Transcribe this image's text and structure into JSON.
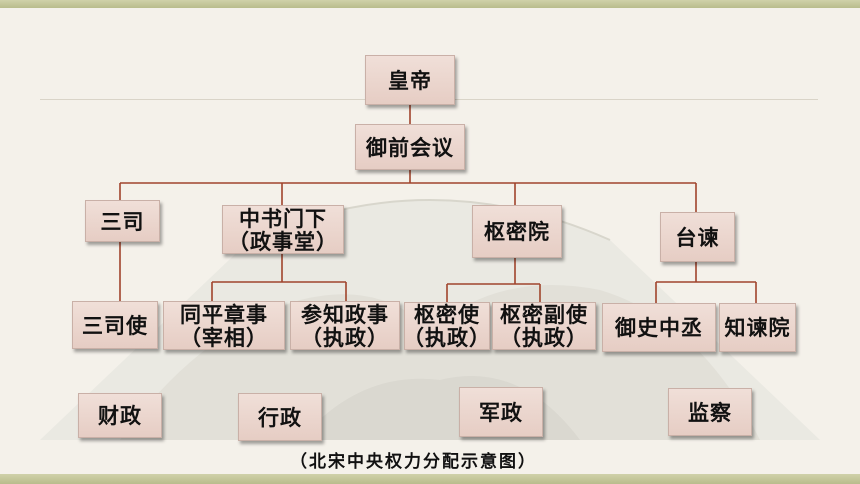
{
  "colors": {
    "line": "#a0442c",
    "box_fill": "#ead4cb",
    "band": "#c4c69b"
  },
  "nodes": {
    "emperor": "皇帝",
    "imperial_council": "御前会议",
    "sansi": "三司",
    "zhongshu": {
      "line1": "中书门下",
      "line2": "（政事堂）"
    },
    "shumiyuan": "枢密院",
    "taijian": "台谏",
    "sansi_shi": "三司使",
    "tongping": {
      "line1": "同平章事",
      "line2": "（宰相）"
    },
    "canzhi": {
      "line1": "参知政事",
      "line2": "（执政）"
    },
    "shumi_shi": {
      "line1": "枢密使",
      "line2": "（执政）"
    },
    "shumi_fushi": {
      "line1": "枢密副使",
      "line2": "（执政）"
    },
    "yushi_zhongcheng": "御史中丞",
    "zhi_jianyuan": "知谏院"
  },
  "functions": {
    "finance": "财政",
    "administration": "行政",
    "military": "军政",
    "supervision": "监察"
  },
  "caption": "（北宋中央权力分配示意图）"
}
